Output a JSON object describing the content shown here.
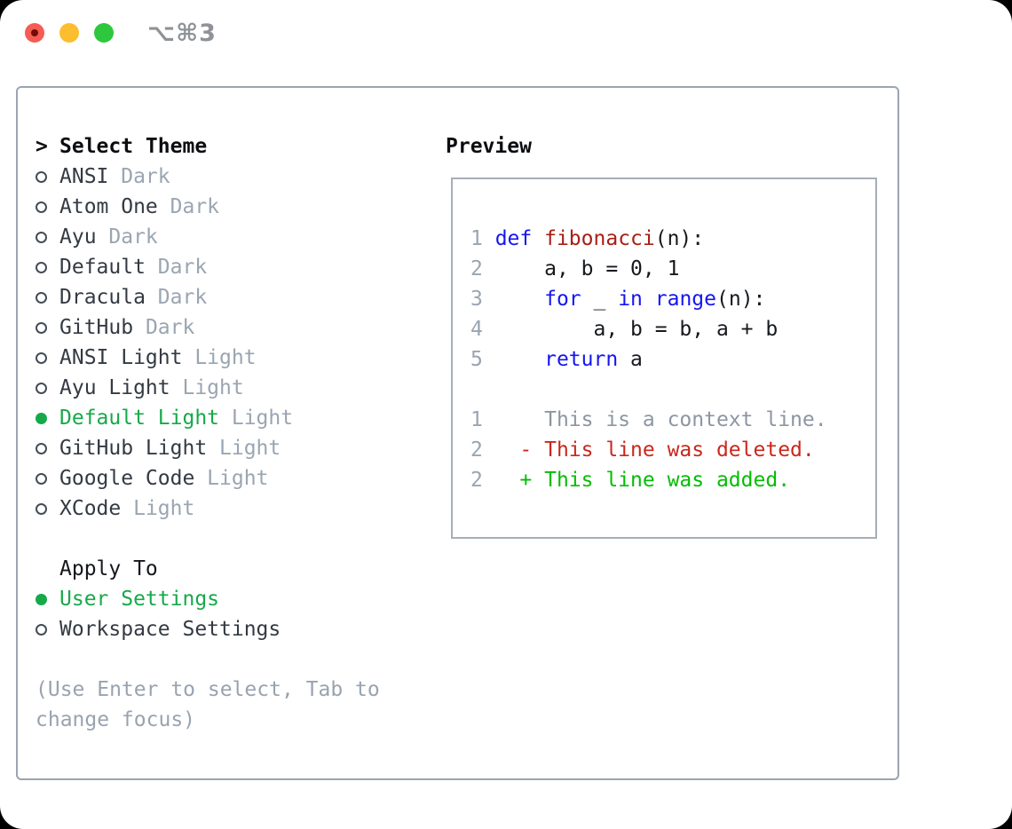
{
  "window": {
    "title": "⌥⌘3",
    "traffic_lights": [
      "close",
      "minimize",
      "zoom"
    ]
  },
  "colors": {
    "selection_green": "#16a94a",
    "keyword_blue": "#1515f2",
    "function_red": "#a91e16",
    "diff_added_green": "#04bd04",
    "diff_deleted_red": "#c9281c",
    "muted_gray": "#9aa5b2",
    "panel_border": "#9ba4b0"
  },
  "theme_picker": {
    "prompt": ">",
    "title": "Select Theme",
    "items": [
      {
        "name": "ANSI",
        "variant": "Dark",
        "selected": false
      },
      {
        "name": "Atom One",
        "variant": "Dark",
        "selected": false
      },
      {
        "name": "Ayu",
        "variant": "Dark",
        "selected": false
      },
      {
        "name": "Default",
        "variant": "Dark",
        "selected": false
      },
      {
        "name": "Dracula",
        "variant": "Dark",
        "selected": false
      },
      {
        "name": "GitHub",
        "variant": "Dark",
        "selected": false
      },
      {
        "name": "ANSI Light",
        "variant": "Light",
        "selected": false
      },
      {
        "name": "Ayu Light",
        "variant": "Light",
        "selected": false
      },
      {
        "name": "Default Light",
        "variant": "Light",
        "selected": true
      },
      {
        "name": "GitHub Light",
        "variant": "Light",
        "selected": false
      },
      {
        "name": "Google Code",
        "variant": "Light",
        "selected": false
      },
      {
        "name": "XCode",
        "variant": "Light",
        "selected": false
      }
    ]
  },
  "apply_to": {
    "title": "Apply To",
    "options": [
      {
        "name": "User Settings",
        "selected": true
      },
      {
        "name": "Workspace Settings",
        "selected": false
      }
    ]
  },
  "hint_lines": [
    "(Use Enter to select, Tab to",
    "change focus)"
  ],
  "preview": {
    "title": "Preview",
    "code_lines": [
      {
        "num": "1",
        "tokens": [
          [
            "kw",
            "def"
          ],
          [
            "pl",
            " "
          ],
          [
            "fn",
            "fibonacci"
          ],
          [
            "pl",
            "(n):"
          ]
        ]
      },
      {
        "num": "2",
        "tokens": [
          [
            "pl",
            "    a, b = 0, 1"
          ]
        ]
      },
      {
        "num": "3",
        "tokens": [
          [
            "pl",
            "    "
          ],
          [
            "kw",
            "for"
          ],
          [
            "pl",
            " _ "
          ],
          [
            "kw",
            "in"
          ],
          [
            "pl",
            " "
          ],
          [
            "kw",
            "range"
          ],
          [
            "pl",
            "(n):"
          ]
        ]
      },
      {
        "num": "4",
        "tokens": [
          [
            "pl",
            "        a, b = b, a + b"
          ]
        ]
      },
      {
        "num": "5",
        "tokens": [
          [
            "pl",
            "    "
          ],
          [
            "kw",
            "return"
          ],
          [
            "pl",
            " a"
          ]
        ]
      },
      {
        "num": "",
        "tokens": []
      },
      {
        "num": "1",
        "tokens": [
          [
            "ctx",
            "    This is a context line."
          ]
        ]
      },
      {
        "num": "2",
        "tokens": [
          [
            "del",
            "  - This line was deleted."
          ]
        ]
      },
      {
        "num": "2",
        "tokens": [
          [
            "add",
            "  + This line was added."
          ]
        ]
      }
    ]
  }
}
